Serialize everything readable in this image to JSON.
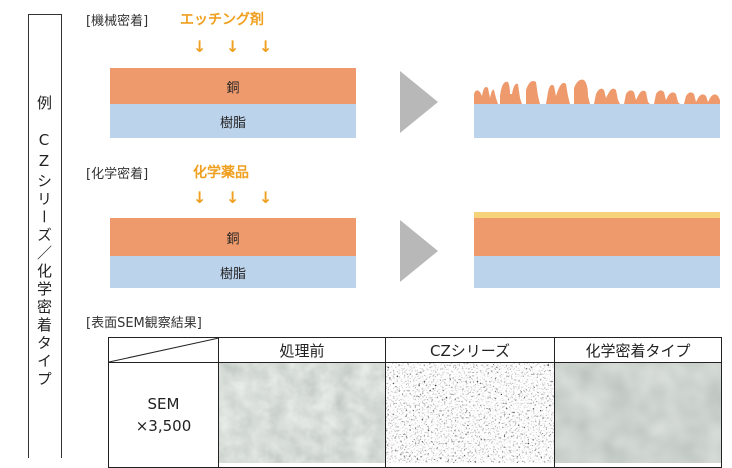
{
  "side_label": "例　CZシリーズ／化学密着タイプ",
  "mechanical": {
    "label": "[機械密着]",
    "reagent": "エッチング剤",
    "arrows": [
      "↓",
      "↓",
      "↓"
    ],
    "copper_label": "銅",
    "resin_label": "樹脂"
  },
  "chemical": {
    "label": "[化学密着]",
    "reagent": "化学薬品",
    "arrows": [
      "↓",
      "↓",
      "↓"
    ],
    "copper_label": "銅",
    "resin_label": "樹脂"
  },
  "sem": {
    "label": "[表面SEM観察結果]",
    "columns": [
      "処理前",
      "CZシリーズ",
      "化学密着タイプ"
    ],
    "row_header_line1": "SEM",
    "row_header_line2": "×3,500"
  },
  "colors": {
    "copper": "#ee9a6c",
    "resin": "#bcd3ec",
    "reagent_text": "#f0a020",
    "coating": "#f6d27a",
    "process_arrow": "#b8b8b8"
  }
}
